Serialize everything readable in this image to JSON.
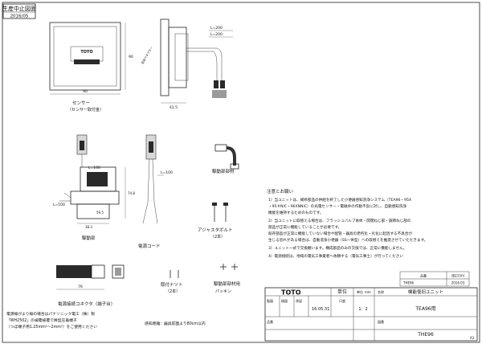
{
  "stamp": {
    "status": "生産中止図面",
    "date": "2016/05"
  },
  "views": {
    "sensor": {
      "label": "センサー",
      "sub": "（センサー取付金）",
      "width": "90",
      "height": "90",
      "logo": "TOTO"
    },
    "sensor_side": {
      "depth": "41.5",
      "cable1": "L=200",
      "cable2": "L=200",
      "note": "変換アダプター"
    },
    "solenoid": {
      "label": "駆動部",
      "dims": [
        "L=100",
        "L=100",
        "74.8",
        "38.3",
        "59.5"
      ]
    },
    "cord": {
      "label": "電源コード",
      "len": "L=100"
    },
    "adapter": {
      "label": "駆動部部材"
    },
    "bolt": {
      "label": "アジャスタボルト",
      "qty": "（2本）"
    },
    "terminal": {
      "label": "電源接続コネクタ（端子台）",
      "width": "76"
    },
    "screw": {
      "label": "取付ナソト",
      "qty": "（2本）"
    },
    "packing": {
      "label": "駆動部部材用",
      "sub": "パッキン"
    }
  },
  "notes": {
    "heading": "注意とお願い",
    "items": [
      "1）当ユニットは、補修部品の供給を終了した小便器感知洗浄システム（TEA96・95X",
      "・95＃NIC・96XNNIC）の光電センサー・電磁弁の作動不良に対し、自動感知洗浄",
      "機能を維持するためのものです。",
      "2）当ユニットに取替える場合は、フラッシュバルブ本体・開閉ねじ部・調節ねじ部の",
      "部品が正常に機能していることが必要です。",
      "既存部品が正常に機能していない場合や配管・器具の老朽化・劣化に起因する不具合が",
      "生じる恐れがある場合は、自動洗浄小便器（SS一体型）への取替えを推奨させていただきます。",
      "3）ユニット一式で交換願います。構成部品のみの交換では、正常に機能しません。",
      "4）電源接続は、地域の電気工事業者へ依頼する（電気工事士）が行ってください"
    ]
  },
  "footnote": [
    "電源線がより線の場合はパナソニック電工（株）製",
    "「WH2502」の被覆被覆で棒型圧着端子",
    "（つぼ端子用1.25mm²～2mm²）をご使用ください"
  ],
  "sensor_note": "感知距離：器具前面より80cm以内",
  "parts_table": {
    "col1": "品番",
    "col2": "改訂日付",
    "part": "THE96",
    "date": "2016.03"
  },
  "title_block": {
    "company": "TOTO",
    "unit_label": "単位",
    "unit": "mm",
    "scale_label": "尺度",
    "scale": "1：2",
    "title_label": "名称",
    "title": "機能復旧ユニット",
    "subtitle": "TEA96用",
    "date": "16.05.31",
    "sign1": "製図",
    "sign2": "検図",
    "sign3": "承認",
    "no_label": "品番",
    "part_no": "THE96",
    "rev_label": "図番",
    "sheet": "A3"
  }
}
